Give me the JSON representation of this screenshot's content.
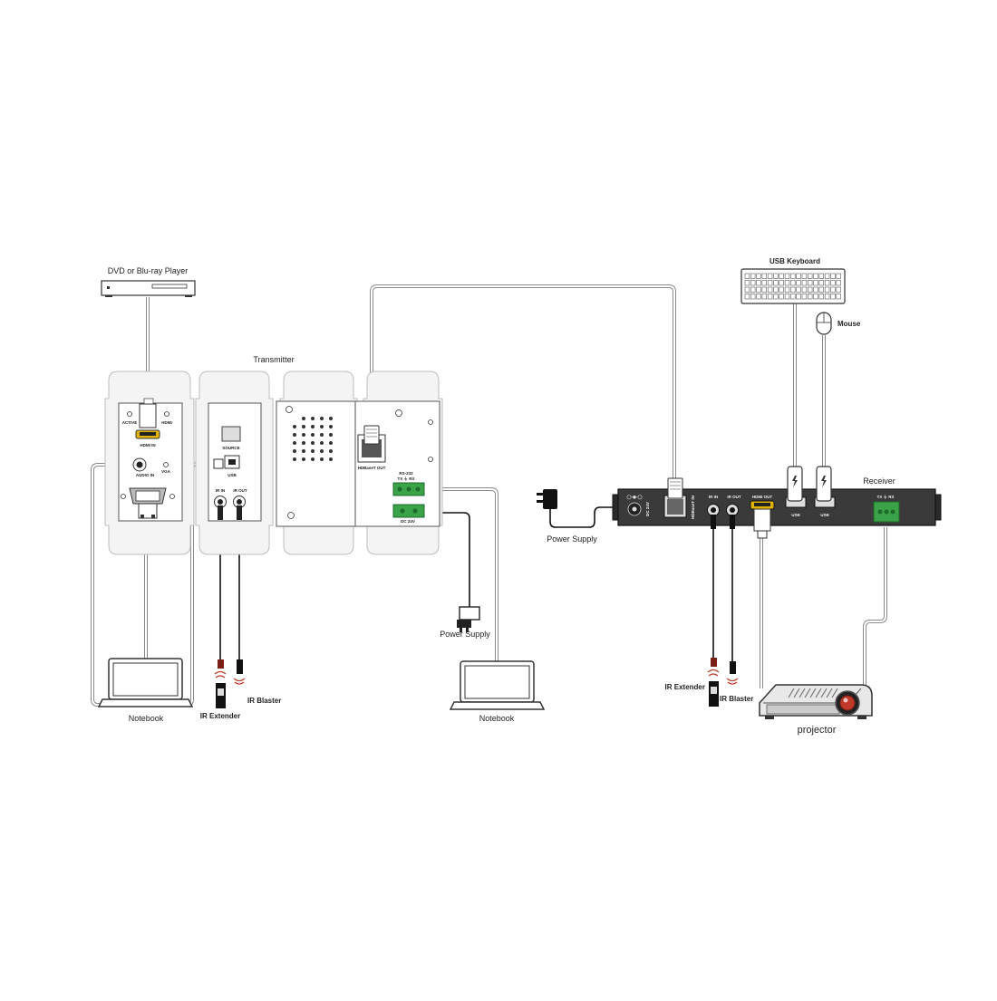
{
  "labels": {
    "dvd_player": "DVD or Blu-ray Player",
    "transmitter": "Transmitter",
    "receiver": "Receiver",
    "usb_keyboard": "USB Keyboard",
    "mouse": "Mouse",
    "power_supply_tx": "Power Supply",
    "power_supply_rx": "Power Supply",
    "notebook_left": "Notebook",
    "notebook_mid": "Notebook",
    "ir_extender_tx": "IR Extender",
    "ir_blaster_tx": "IR Blaster",
    "ir_extender_rx": "IR Extender",
    "ir_blaster_rx": "IR Blaster",
    "projector": "projector"
  },
  "ports": {
    "active": "ACTIVE",
    "hdmi": "HDMI",
    "hdmi_in": "HDMI IN",
    "audio_in": "AUDIO IN",
    "vga": "VGA",
    "source": "SOURCE",
    "usb_tx": "USB",
    "ir_in_tx": "IR IN",
    "ir_out_tx": "IR OUT",
    "hdbaset_out": "HDBaseT OUT",
    "rs232": "RS-232",
    "rs232_pins": "TX ⏚ RX",
    "dc24v_tx": "DC 24V",
    "dc_symbol": "◯-◉-◯",
    "dc24v_rx": "DC 24V",
    "hdbaset_in": "HDBaseT IN",
    "ir_in_rx": "IR IN",
    "ir_out_rx": "IR OUT",
    "hdmi_out": "HDMI OUT",
    "usb_rx_1": "USB",
    "usb_rx_2": "USB",
    "rx_pins": "TX ⏚ RX"
  },
  "colors": {
    "cable_gray": "#8a8a8a",
    "hdmi_gold": "#e0b300",
    "terminal_green": "#3aa34a",
    "receiver_body": "#3a3a3a",
    "ir_red": "#c0392b"
  }
}
